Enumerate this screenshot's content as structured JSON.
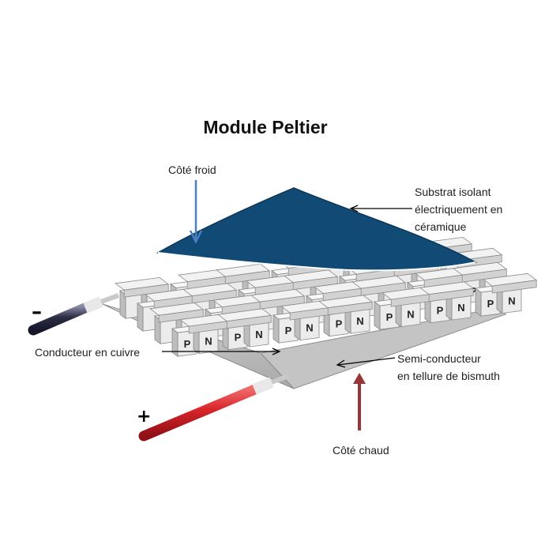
{
  "title": "Module Peltier",
  "labels": {
    "cold_side": "Côté froid",
    "hot_side": "Côté chaud",
    "substrate": [
      "Substrat isolant",
      "électriquement en",
      "céramique"
    ],
    "conductor": "Conducteur en cuivre",
    "semiconductor": [
      "Semi-conducteur",
      "en tellure de bismuth"
    ]
  },
  "terminals": {
    "negative": "–",
    "positive": "+"
  },
  "pellet_letters": {
    "p": "P",
    "n": "N"
  },
  "colors": {
    "ceramic_top": "#114a74",
    "cold_arrow": "#4a7fc1",
    "hot_arrow": "#963636",
    "wire_positive": "#d7242a",
    "wire_negative": "#2d2e45",
    "pellet_face": "#ececec",
    "base_plate": "#b9b9b9"
  }
}
